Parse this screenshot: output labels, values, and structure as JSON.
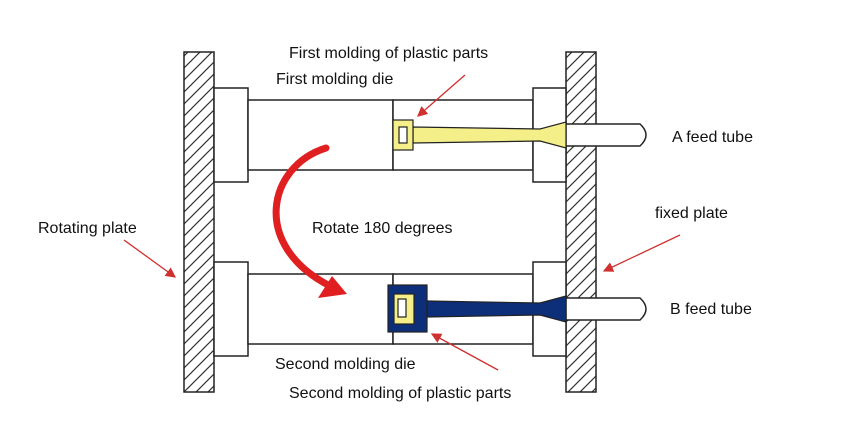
{
  "labels": {
    "first_part": "First molding of plastic parts",
    "first_die": "First molding die",
    "a_feed_tube": "A feed tube",
    "rotating_plate": "Rotating plate",
    "rotate": "Rotate 180 degrees",
    "fixed_plate": "fixed plate",
    "b_feed_tube": "B feed tube",
    "second_die": "Second molding die",
    "second_part": "Second molding of plastic parts"
  },
  "colors": {
    "outline": "#222222",
    "first_material": "#f5ef8a",
    "second_material": "#0d2f7a",
    "rotate_arrow": "#e02020",
    "leader_arrow": "#d03030",
    "hatch": "#333333"
  }
}
